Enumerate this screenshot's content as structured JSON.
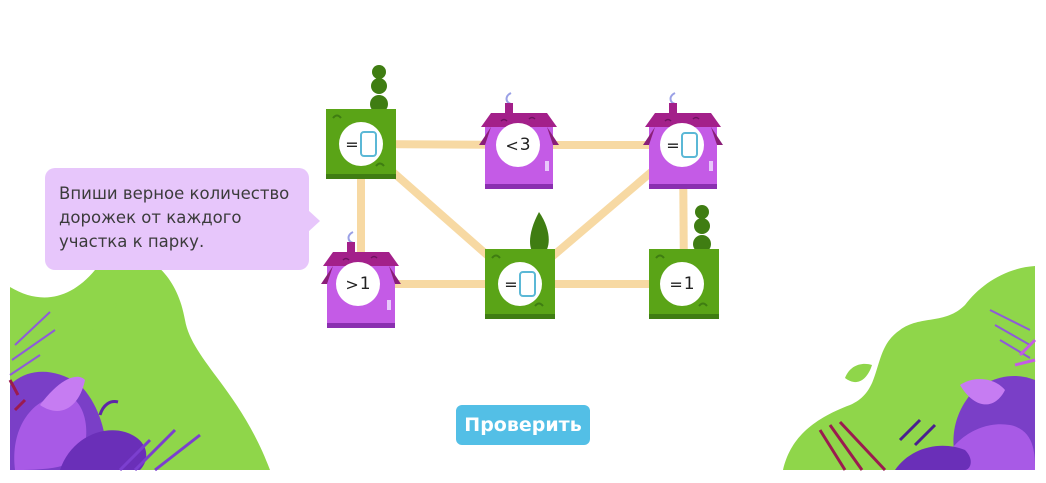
{
  "instruction": "Впиши верное количество дорожек от каждого участка к парку.",
  "check_button_label": "Проверить",
  "nodes": [
    {
      "id": "top-left",
      "kind": "park",
      "sign": "=",
      "answer": "",
      "decor": "tree"
    },
    {
      "id": "top-middle",
      "kind": "house",
      "sign": "<",
      "answer": "3",
      "decor": "smoke"
    },
    {
      "id": "top-right",
      "kind": "house",
      "sign": "=",
      "answer": "",
      "decor": "smoke"
    },
    {
      "id": "bottom-left",
      "kind": "house",
      "sign": ">",
      "answer": "1",
      "decor": "smoke"
    },
    {
      "id": "bottom-middle",
      "kind": "park",
      "sign": "=",
      "answer": "",
      "decor": "cypress"
    },
    {
      "id": "bottom-right",
      "kind": "park",
      "sign": "=",
      "answer": "1",
      "decor": "tree"
    }
  ],
  "paths": [
    [
      "top-left",
      "top-middle"
    ],
    [
      "top-middle",
      "top-right"
    ],
    [
      "top-left",
      "bottom-left"
    ],
    [
      "top-left",
      "bottom-middle"
    ],
    [
      "top-right",
      "bottom-middle"
    ],
    [
      "top-right",
      "bottom-right"
    ],
    [
      "bottom-left",
      "bottom-middle"
    ],
    [
      "bottom-middle",
      "bottom-right"
    ]
  ],
  "colors": {
    "path": "#f7d9a3",
    "park_green": "#5aa417",
    "park_dark": "#3f7d12",
    "house_purple": "#c45be6",
    "roof_magenta": "#a3208a",
    "bubble": "#e7c6fb",
    "button": "#53bfe6",
    "slot_border": "#5bb8d6"
  }
}
